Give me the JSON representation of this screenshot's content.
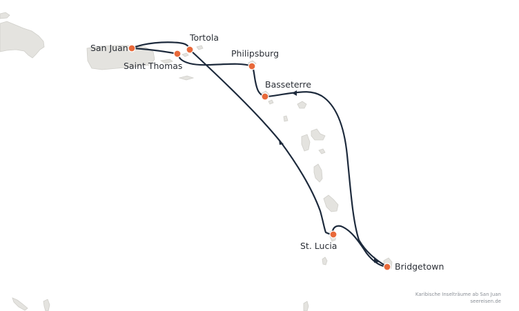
{
  "ports": [
    {
      "id": "san-juan",
      "label": "San Juan"
    },
    {
      "id": "tortola",
      "label": "Tortola"
    },
    {
      "id": "saint-thomas",
      "label": "Saint Thomas"
    },
    {
      "id": "philipsburg",
      "label": "Philipsburg"
    },
    {
      "id": "basseterre",
      "label": "Basseterre"
    },
    {
      "id": "st-lucia",
      "label": "St. Lucia"
    },
    {
      "id": "bridgetown",
      "label": "Bridgetown"
    }
  ],
  "credit": {
    "line1": "Karibische Inselträume ab San Juan",
    "line2": "seereisen.de"
  },
  "colors": {
    "route": "#1d2a3c",
    "port_marker": "#e8693a",
    "land": "#e4e3df",
    "water": "#ffffff"
  }
}
